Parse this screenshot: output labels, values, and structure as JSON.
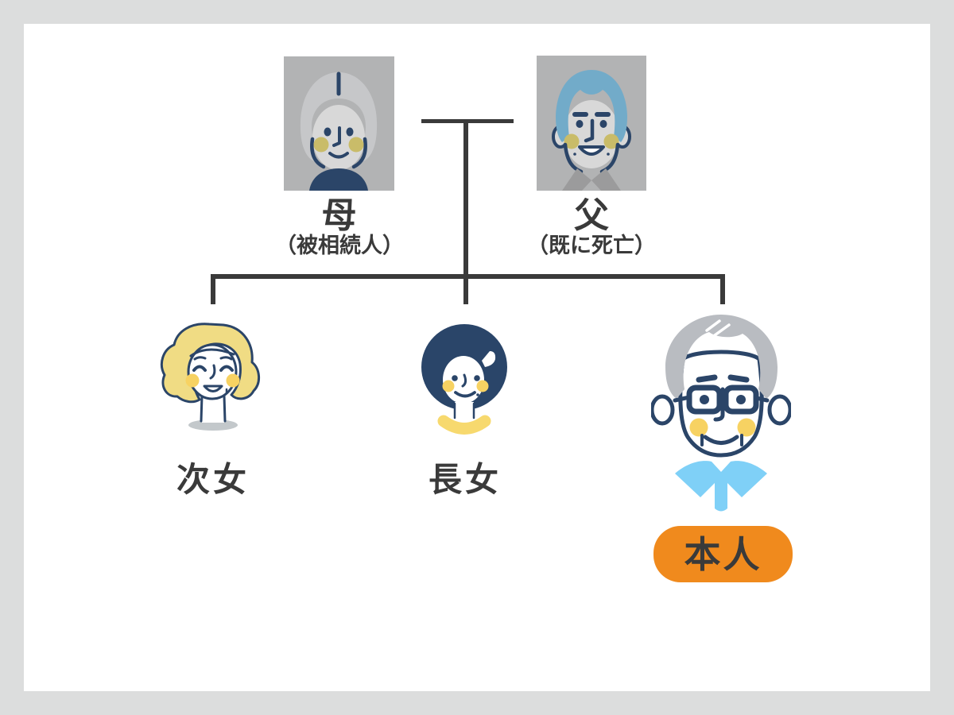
{
  "diagram": {
    "type": "family-tree",
    "people": {
      "mother": {
        "label": "母",
        "note": "（被相続人）"
      },
      "father": {
        "label": "父",
        "note": "（既に死亡）"
      },
      "children": [
        {
          "label": "次女",
          "highlighted": false
        },
        {
          "label": "長女",
          "highlighted": false
        },
        {
          "label": "本人",
          "highlighted": true
        }
      ]
    },
    "relationships": {
      "parents_connected": true,
      "children_count": 3
    }
  },
  "colors": {
    "background": "#dcdddd",
    "panel": "#ffffff",
    "connector": "#3a3a3a",
    "text": "#3a3a3a",
    "badge": "#f08a1d",
    "portrait_box": "#b2b3b4",
    "navy": "#2b4568",
    "parent_face": "#d8d8d8",
    "parent_cheek": "#c9bc69",
    "mother_hair": "#c6c7c9",
    "father_hair": "#72abc9",
    "father_collar": "#9b9b9c",
    "child_cheek": "#f7d262",
    "second_daughter_hair": "#f0dc84",
    "eldest_daughter_hair": "#2a4569",
    "eldest_collar": "#f7d96e",
    "self_hair": "#b9bcc1",
    "self_collar": "#7fd0f7",
    "neck_shadow": "#c3c8cb"
  }
}
